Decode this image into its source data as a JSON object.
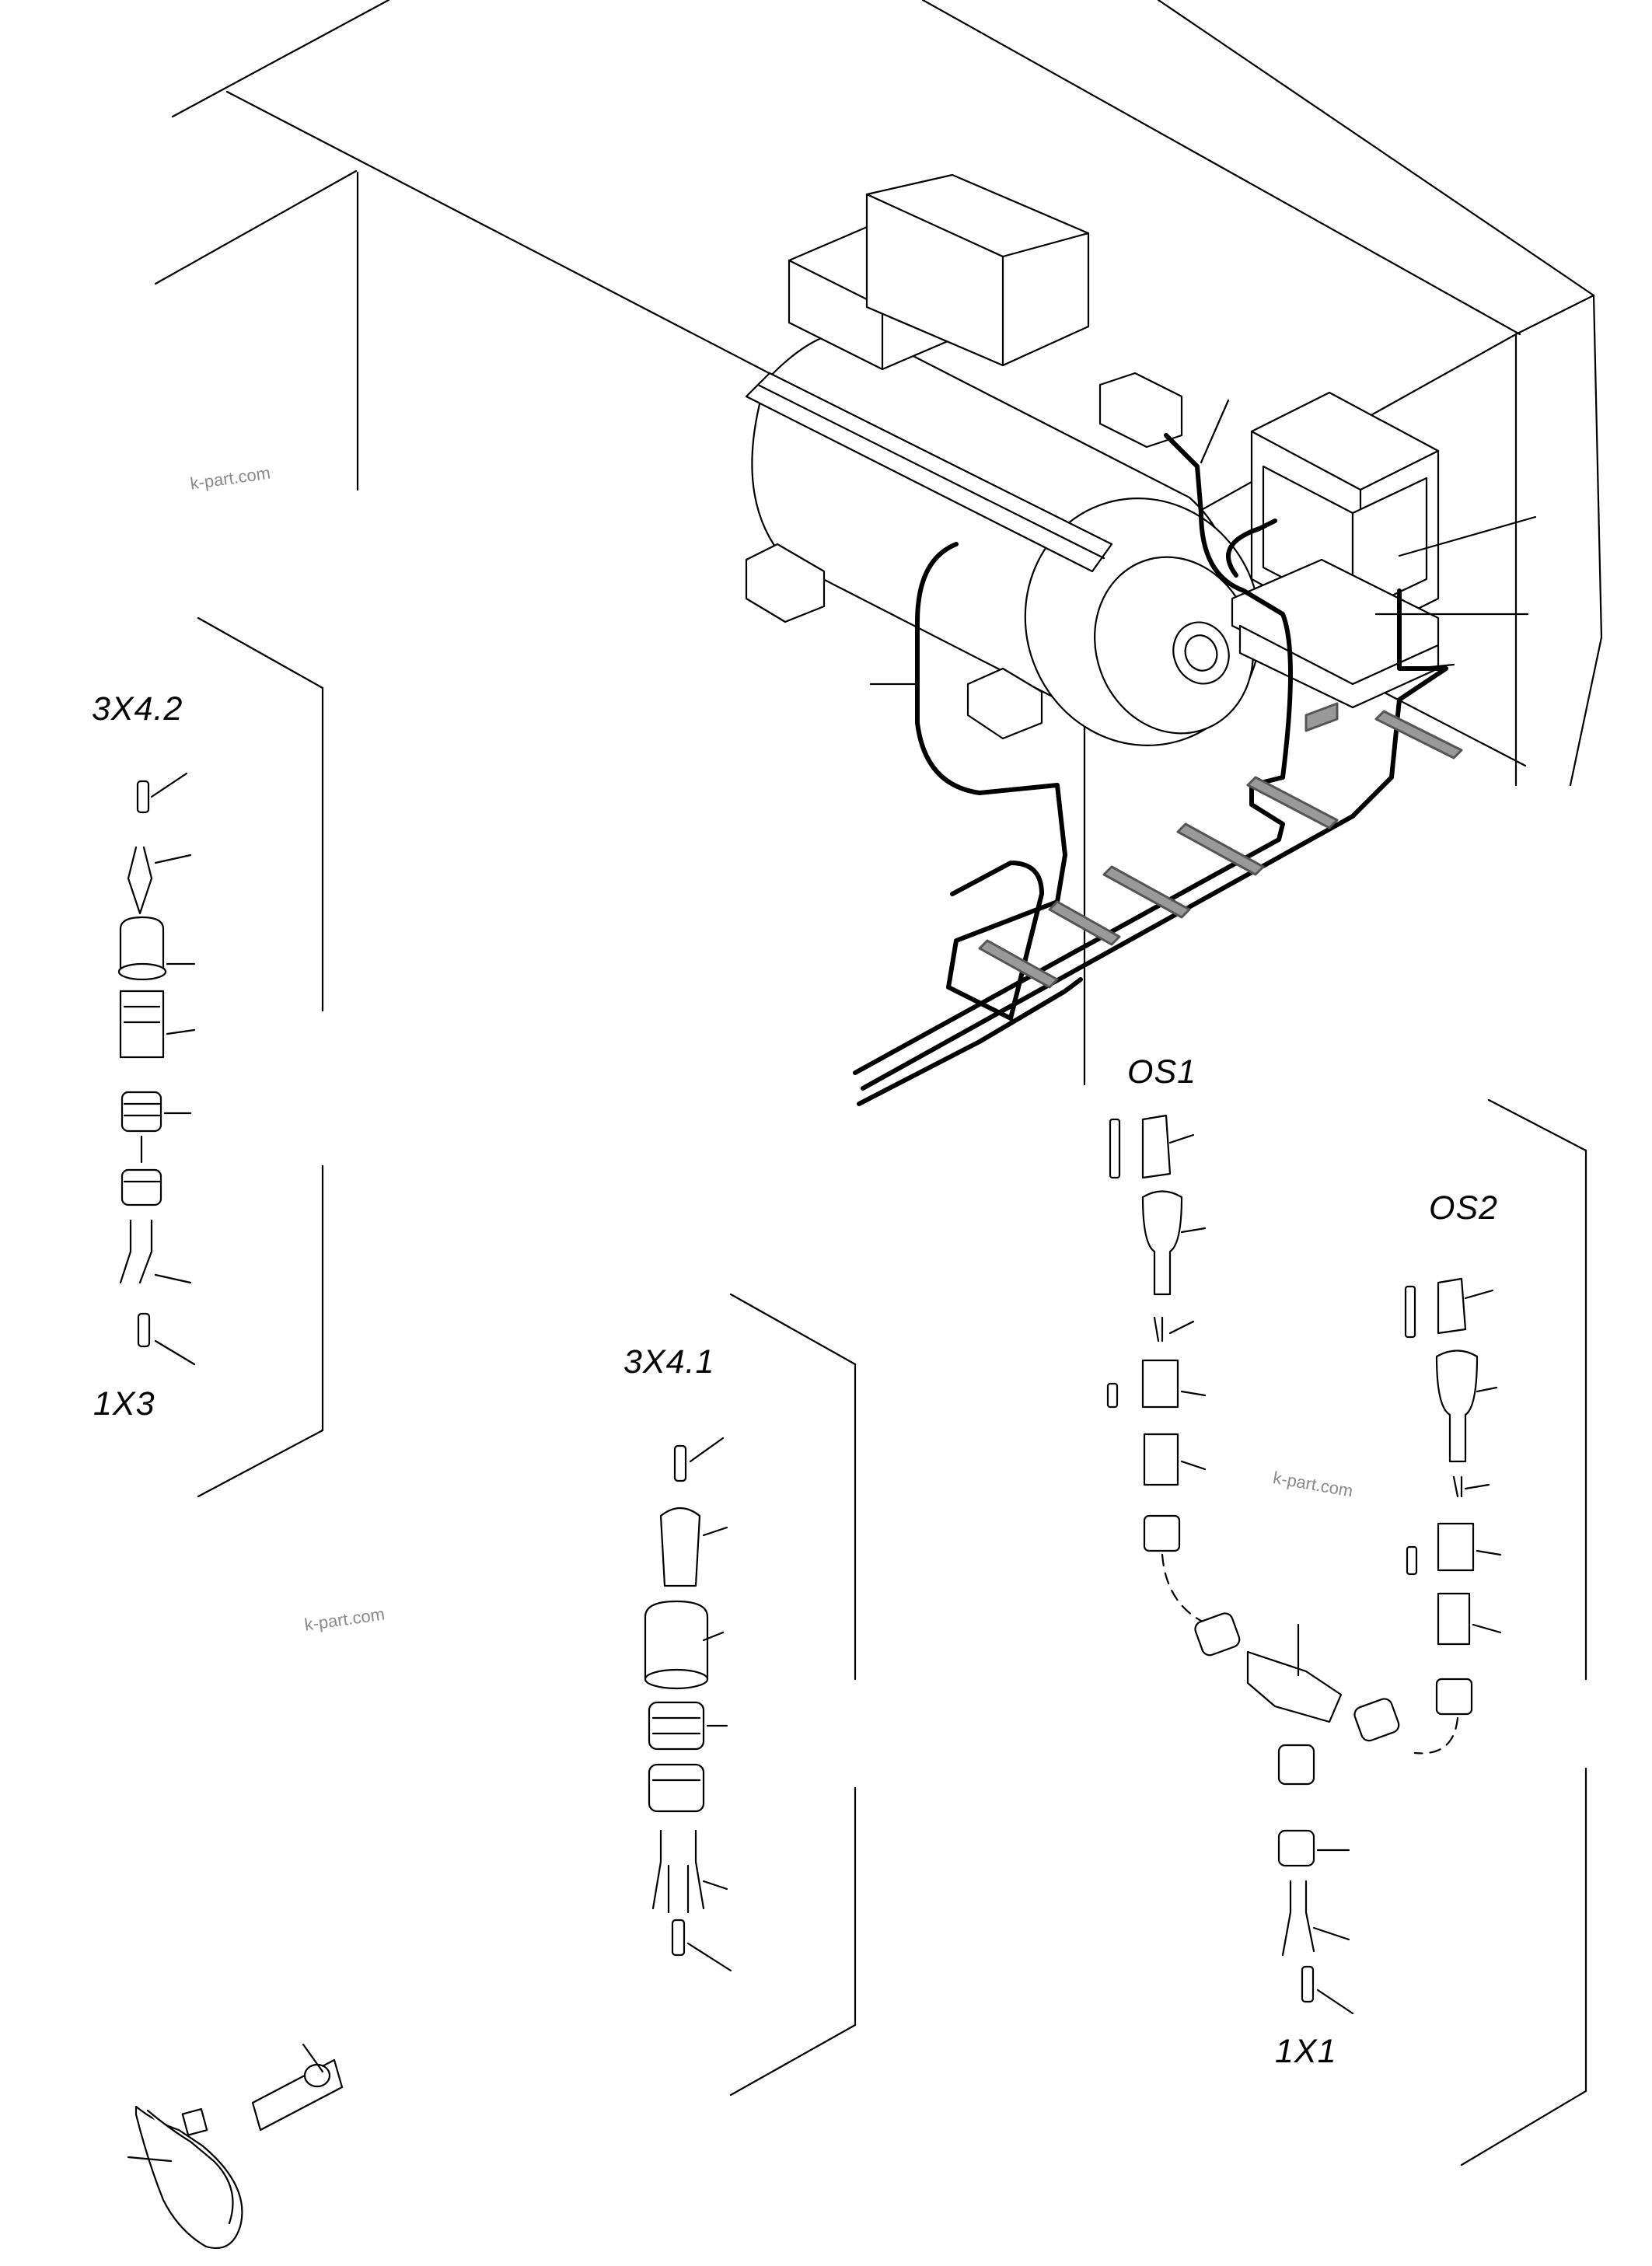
{
  "diagram": {
    "labels": {
      "conn_3x4_2": "3X4.2",
      "conn_1x3": "1X3",
      "conn_3x4_1": "3X4.1",
      "conn_os1": "OS1",
      "conn_os2": "OS2",
      "conn_1x1": "1X1"
    },
    "watermark": "k-part.com"
  }
}
